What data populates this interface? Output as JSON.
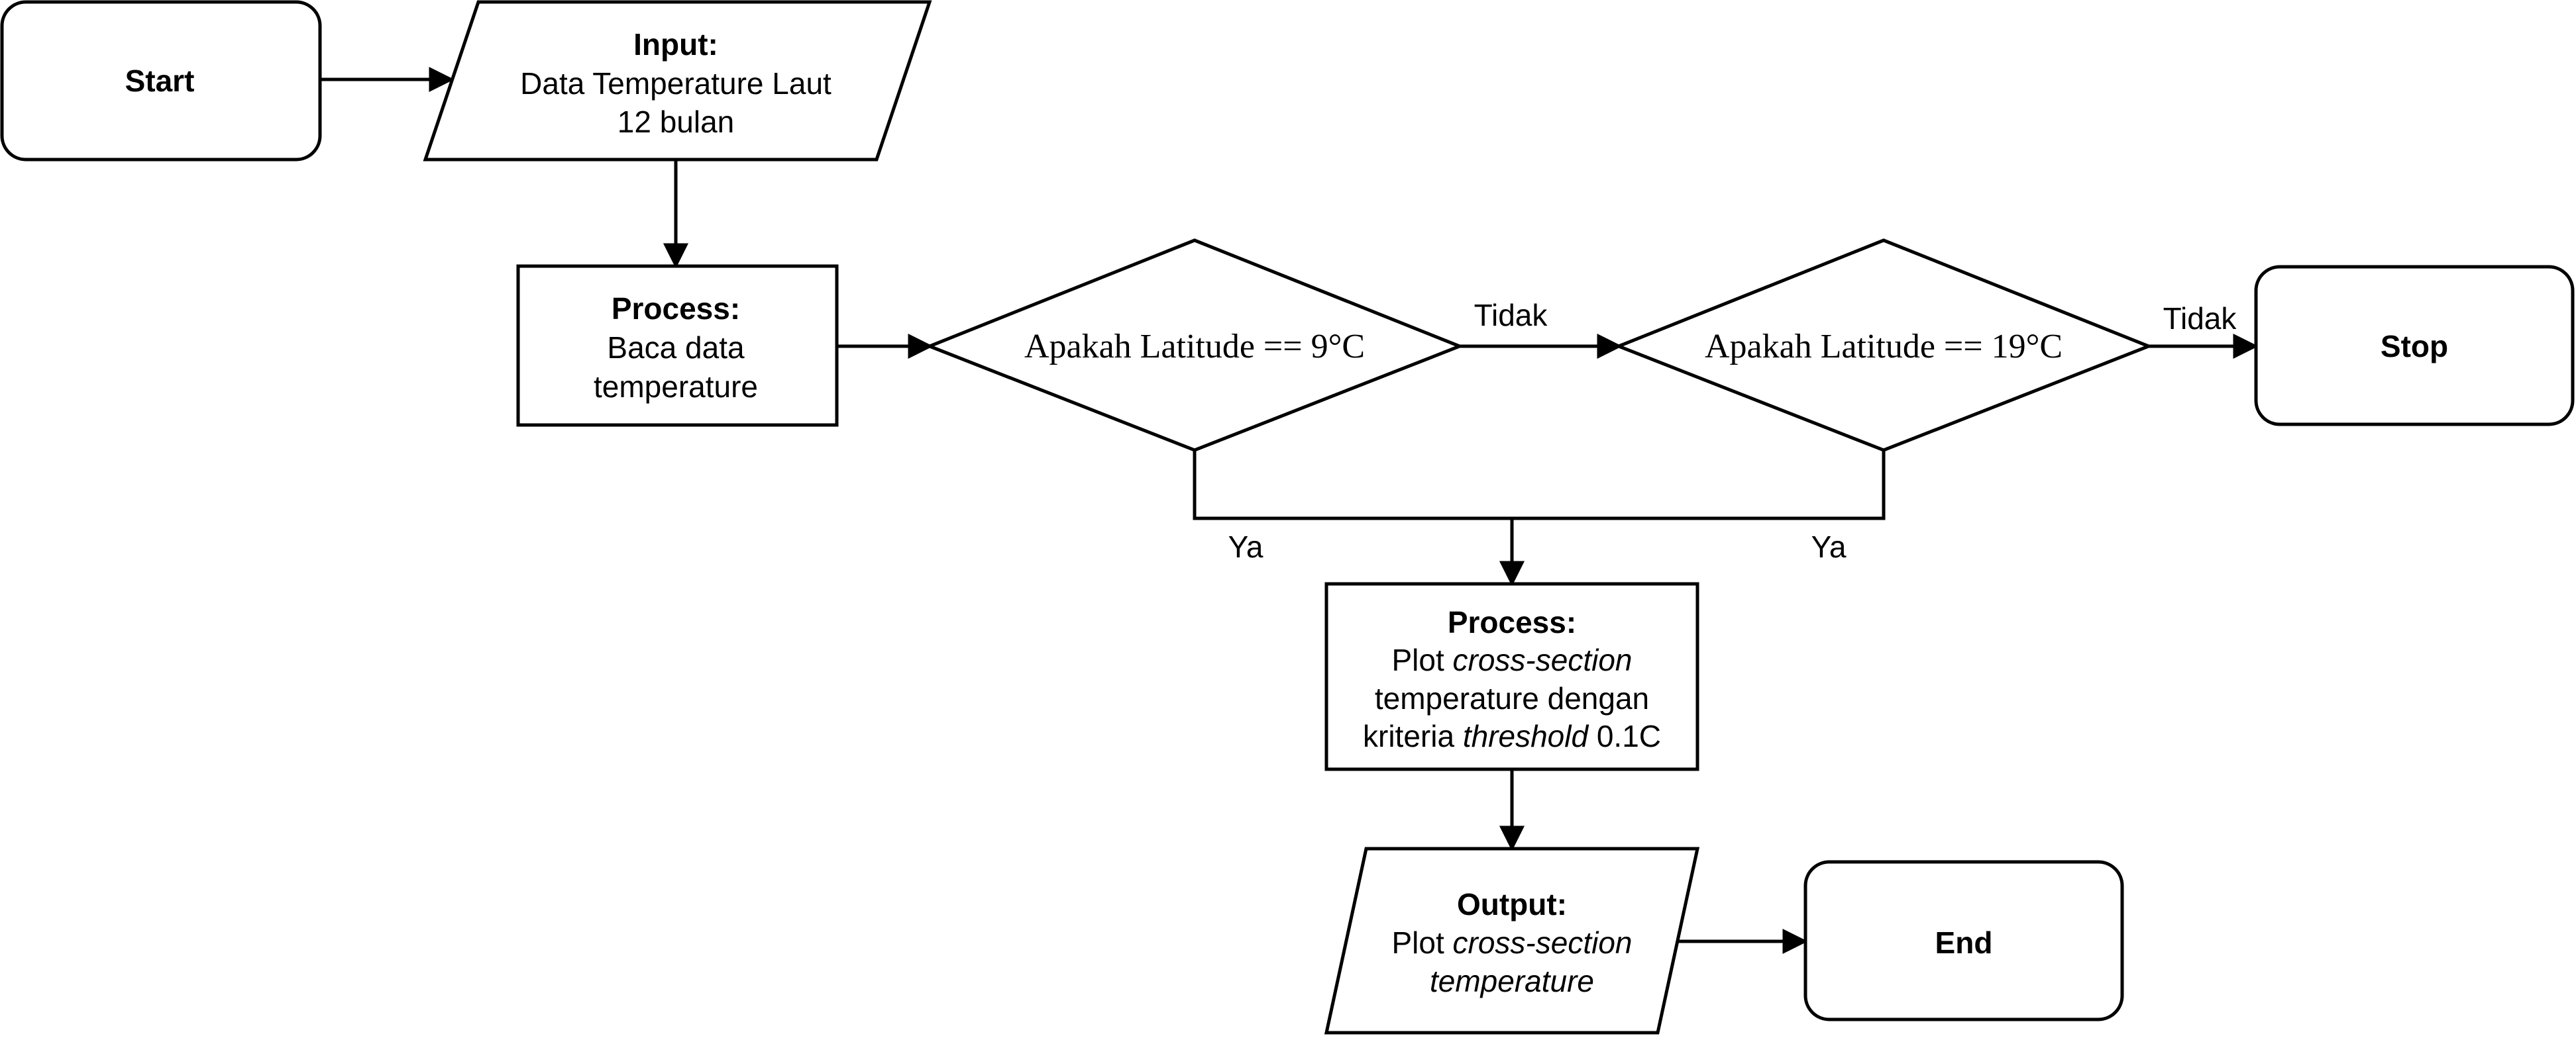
{
  "nodes": {
    "start": {
      "label": "Start"
    },
    "input": {
      "heading": "Input:",
      "lines": [
        "Data Temperature Laut",
        "12 bulan"
      ]
    },
    "process1": {
      "heading": "Process:",
      "lines": [
        "Baca data",
        "temperature"
      ]
    },
    "decision1": {
      "label": "Apakah Latitude == 9°C"
    },
    "decision2": {
      "label": "Apakah Latitude == 19°C"
    },
    "stop": {
      "label": "Stop"
    },
    "process2": {
      "heading": "Process:",
      "line1_pre": "Plot ",
      "line1_em": "cross-section",
      "line2": "temperature dengan",
      "line3_pre": "kriteria ",
      "line3_em": "threshold",
      "line3_post": " 0.1C"
    },
    "output": {
      "heading": "Output:",
      "line1_pre": "Plot ",
      "line1_em": "cross-section",
      "line2_em": "temperature"
    },
    "end": {
      "label": "End"
    }
  },
  "edges": {
    "decision1_no": "Tidak",
    "decision2_no": "Tidak",
    "decision1_yes": "Ya",
    "decision2_yes": "Ya"
  }
}
